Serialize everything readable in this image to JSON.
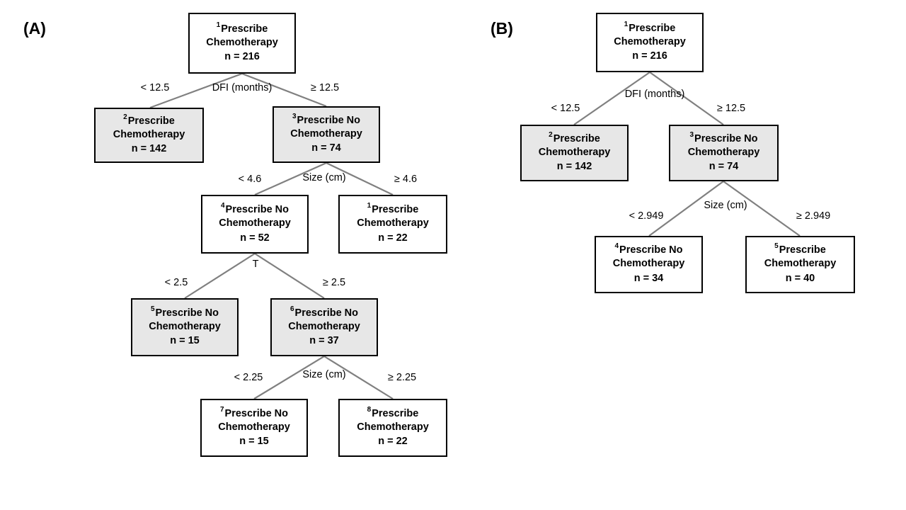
{
  "figure": {
    "type": "decision-tree-diagram",
    "background_color": "#ffffff",
    "edge_color": "#808080",
    "box_border_color": "#000000",
    "shaded_fill_color": "#e7e7e7",
    "unshaded_fill_color": "#ffffff"
  },
  "panels": [
    {
      "caption": "(A)",
      "nodes": [
        {
          "id": "1",
          "title": "Prescribe Chemotherapy",
          "count": "n = 216",
          "shaded": false
        },
        {
          "id": "2",
          "title": "Prescribe Chemotherapy",
          "count": "n = 142",
          "shaded": true
        },
        {
          "id": "3",
          "title": "Prescribe No Chemotherapy",
          "count": "n = 74",
          "shaded": true
        },
        {
          "id": "4",
          "title": "Prescribe No Chemotherapy",
          "count": "n = 52",
          "shaded": false
        },
        {
          "id": "1",
          "title": "Prescribe Chemotherapy",
          "count": "n = 22",
          "shaded": false
        },
        {
          "id": "5",
          "title": "Prescribe No Chemotherapy",
          "count": "n = 15",
          "shaded": true
        },
        {
          "id": "6",
          "title": "Prescribe No Chemotherapy",
          "count": "n = 37",
          "shaded": true
        },
        {
          "id": "7",
          "title": "Prescribe No Chemotherapy",
          "count": "n = 15",
          "shaded": false
        },
        {
          "id": "8",
          "title": "Prescribe Chemotherapy",
          "count": "n = 22",
          "shaded": false
        }
      ],
      "splits": [
        {
          "variable": "DFI (months)",
          "left": "< 12.5",
          "right": "≥ 12.5"
        },
        {
          "variable": "Size (cm)",
          "left": "< 4.6",
          "right": "≥ 4.6"
        },
        {
          "variable": "T",
          "left": "< 2.5",
          "right": "≥ 2.5"
        },
        {
          "variable": "Size (cm)",
          "left": "< 2.25",
          "right": "≥ 2.25"
        }
      ]
    },
    {
      "caption": "(B)",
      "nodes": [
        {
          "id": "1",
          "title": "Prescribe Chemotherapy",
          "count": "n = 216",
          "shaded": false
        },
        {
          "id": "2",
          "title": "Prescribe Chemotherapy",
          "count": "n = 142",
          "shaded": true
        },
        {
          "id": "3",
          "title": "Prescribe No Chemotherapy",
          "count": "n = 74",
          "shaded": true
        },
        {
          "id": "4",
          "title": "Prescribe No Chemotherapy",
          "count": "n = 34",
          "shaded": false
        },
        {
          "id": "5",
          "title": "Prescribe Chemotherapy",
          "count": "n = 40",
          "shaded": false
        }
      ],
      "splits": [
        {
          "variable": "DFI (months)",
          "left": "< 12.5",
          "right": "≥ 12.5"
        },
        {
          "variable": "Size (cm)",
          "left": "< 2.949",
          "right": "≥ 2.949"
        }
      ]
    }
  ]
}
